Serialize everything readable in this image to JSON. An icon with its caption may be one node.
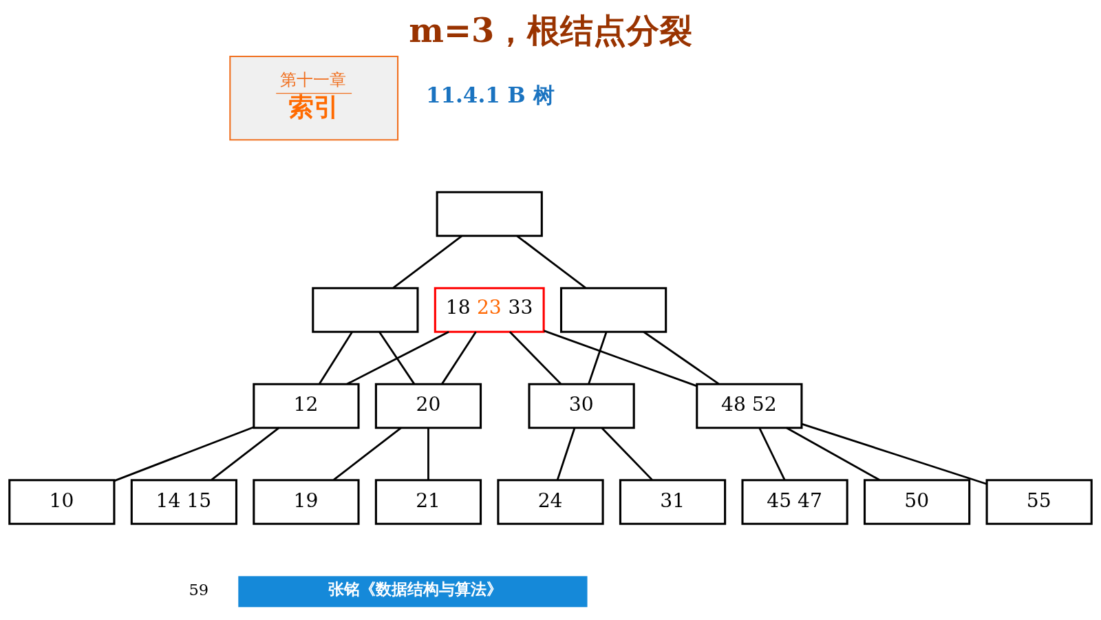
{
  "diagram": {
    "title": "m=3，根结点分裂",
    "nodes": [
      {
        "text": [
          "第十一章",
          "索引"
        ]
      },
      {
        "text": [],
        "shape": "box"
      },
      {
        "text": [],
        "shape": "box"
      },
      {
        "text": [
          "18 23 33"
        ]
      },
      {
        "text": [],
        "shape": "box"
      },
      {
        "text": [
          "12"
        ]
      },
      {
        "text": [
          "20"
        ]
      },
      {
        "text": [
          "30"
        ]
      },
      {
        "text": [
          "48 52"
        ]
      },
      {
        "text": [
          "10"
        ]
      },
      {
        "text": [
          "14 15"
        ]
      },
      {
        "text": [
          "19"
        ]
      },
      {
        "text": [
          "21"
        ]
      },
      {
        "text": [
          "24"
        ]
      },
      {
        "text": [
          "31"
        ]
      },
      {
        "text": [
          "45 47"
        ]
      },
      {
        "text": [
          "50"
        ]
      },
      {
        "text": [
          "55"
        ]
      }
    ],
    "edges": [
      {
        "from": 1,
        "to": 2,
        "arrow": "none"
      },
      {
        "from": 1,
        "to": 4,
        "arrow": "none"
      },
      {
        "from": 2,
        "to": 5,
        "arrow": "none"
      },
      {
        "from": 2,
        "to": 6,
        "arrow": "none"
      },
      {
        "from": 3,
        "to": 5,
        "arrow": "none"
      },
      {
        "from": 3,
        "to": 6,
        "arrow": "none"
      },
      {
        "from": 3,
        "to": 7,
        "arrow": "none"
      },
      {
        "from": 3,
        "to": 8,
        "arrow": "none"
      },
      {
        "from": 4,
        "to": 7,
        "arrow": "none"
      },
      {
        "from": 4,
        "to": 8,
        "arrow": "none"
      },
      {
        "from": 5,
        "to": 9,
        "arrow": "none"
      },
      {
        "from": 5,
        "to": 10,
        "arrow": "none"
      },
      {
        "from": 6,
        "to": 11,
        "arrow": "none"
      },
      {
        "from": 6,
        "to": 12,
        "arrow": "none"
      },
      {
        "from": 7,
        "to": 13,
        "arrow": "none"
      },
      {
        "from": 7,
        "to": 14,
        "arrow": "none"
      },
      {
        "from": 8,
        "to": 15,
        "arrow": "none"
      },
      {
        "from": 8,
        "to": 16,
        "arrow": "none"
      },
      {
        "from": 8,
        "to": 17,
        "arrow": "none"
      }
    ],
    "labels": [
      "11.4.1 B 树",
      "59",
      "张铭《数据结构与算法》"
    ]
  }
}
